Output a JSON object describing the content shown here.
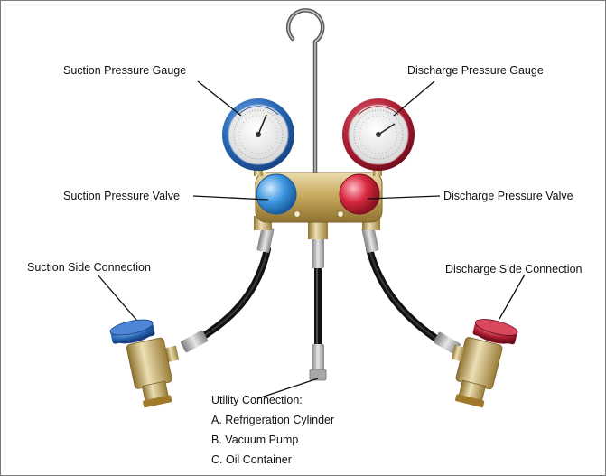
{
  "labels": {
    "suction_gauge": "Suction Pressure Gauge",
    "discharge_gauge": "Discharge Pressure Gauge",
    "suction_valve": "Suction Pressure Valve",
    "discharge_valve": "Discharge Pressure Valve",
    "suction_connection": "Suction Side Connection",
    "discharge_connection": "Discharge Side Connection"
  },
  "utility": {
    "title": "Utility Connection:",
    "items": [
      "A. Refrigeration Cylinder",
      "B. Vacuum Pump",
      "C. Oil Container"
    ]
  },
  "colors": {
    "suction": "#2f6fc4",
    "discharge": "#c0243a",
    "brass": "#c8a85a",
    "hose": "#1c1c1c"
  }
}
